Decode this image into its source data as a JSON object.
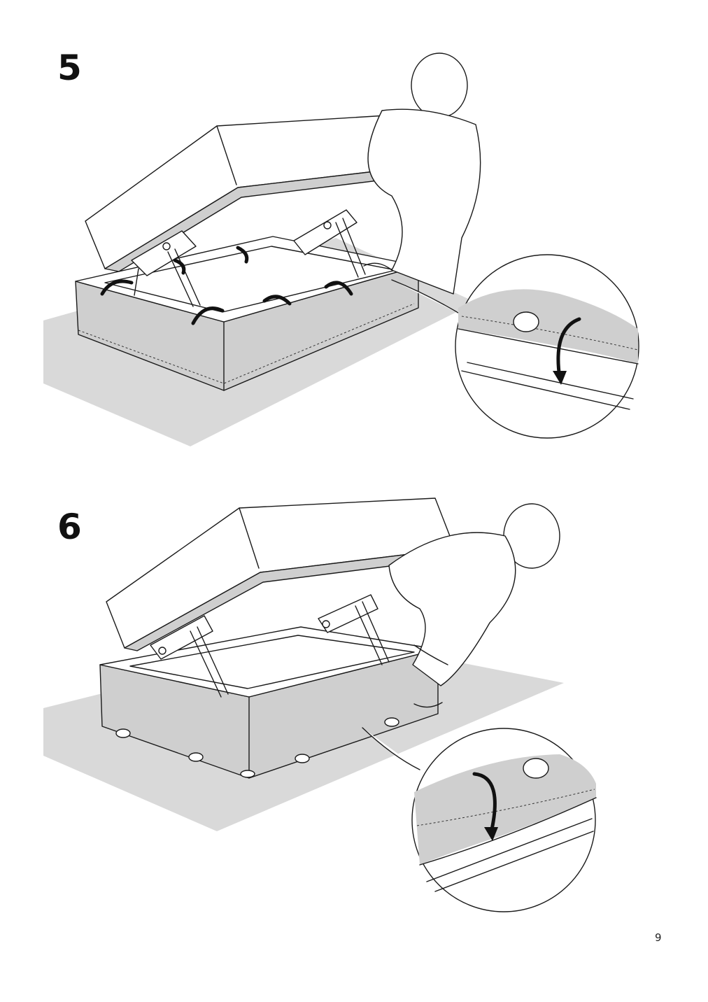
{
  "steps": [
    {
      "number": "5"
    },
    {
      "number": "6"
    }
  ],
  "page_number": "9",
  "colors": {
    "line": "#1a1a1a",
    "fabric": "#cfcfcf",
    "mat": "#d9d9d9",
    "background": "#ffffff"
  },
  "icons": {
    "step5_arrows": "curved-arrow-icon",
    "step6_arrows": "curved-arrow-icon"
  }
}
